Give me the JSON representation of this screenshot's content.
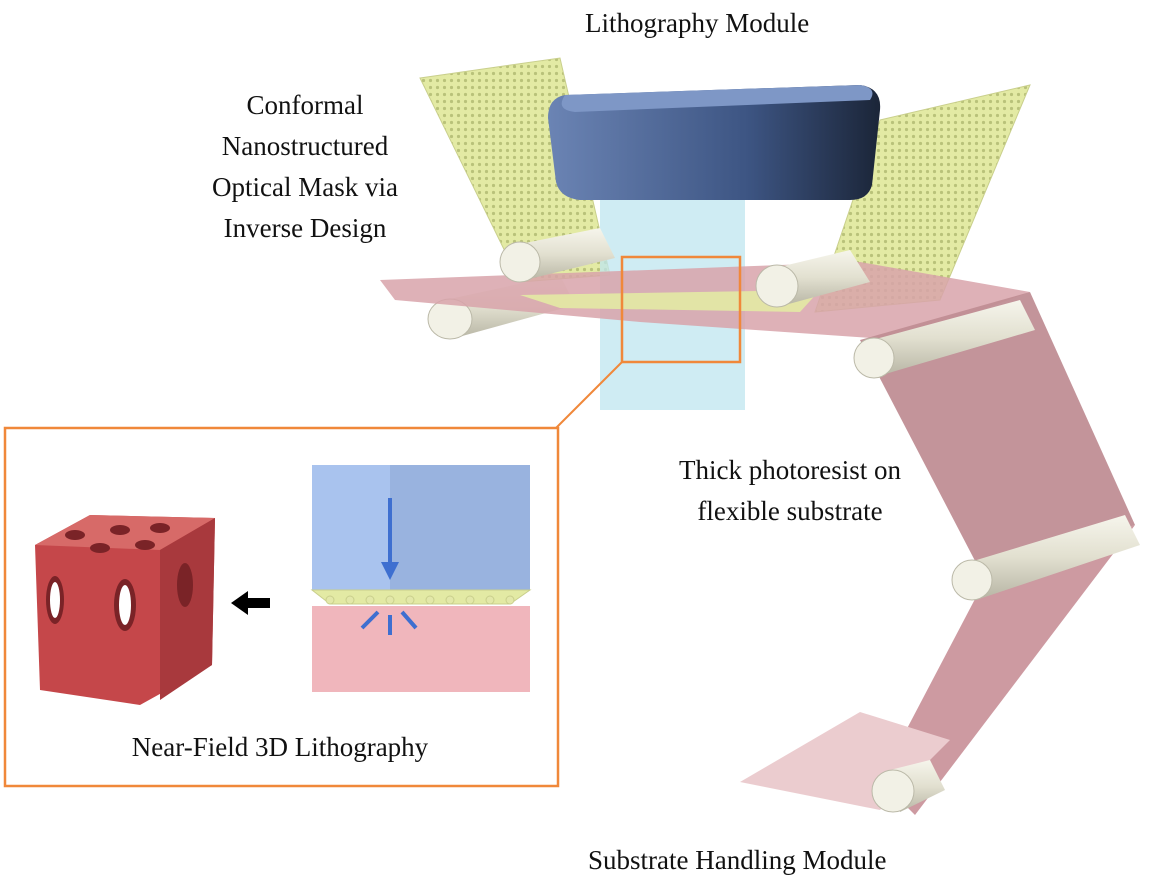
{
  "labels": {
    "lithography_module": "Lithography Module",
    "mask": [
      "Conformal",
      "Nanostructured",
      "Optical Mask via",
      "Inverse Design"
    ],
    "photoresist": [
      "Thick photoresist on",
      "flexible substrate"
    ],
    "inset_title": "Near-Field 3D Lithography",
    "substrate_handling": "Substrate Handling Module"
  },
  "colors": {
    "inset_border": "#f0883a",
    "litho_head": "#4f6a9a",
    "mask": "#e3eaa4",
    "substrate": "#d9a3aa",
    "beam": "#bfe6ef",
    "structure": "#c5474a"
  }
}
